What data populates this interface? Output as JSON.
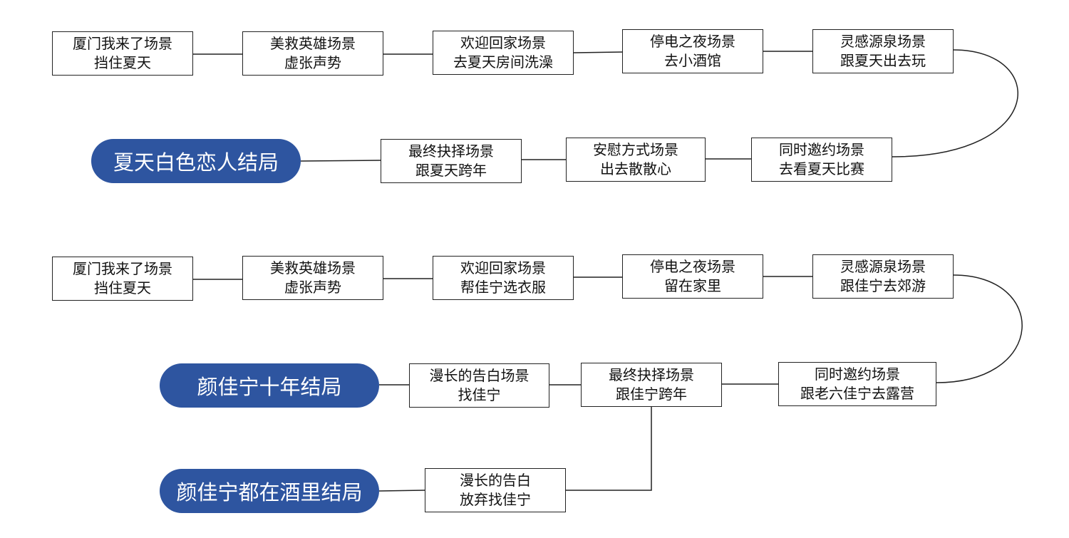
{
  "flow_a": {
    "steps": [
      {
        "scene": "厦门我来了场景",
        "choice": "挡住夏天"
      },
      {
        "scene": "美救英雄场景",
        "choice": "虚张声势"
      },
      {
        "scene": "欢迎回家场景",
        "choice": "去夏天房间洗澡"
      },
      {
        "scene": "停电之夜场景",
        "choice": "去小酒馆"
      },
      {
        "scene": "灵感源泉场景",
        "choice": "跟夏天出去玩"
      },
      {
        "scene": "同时邀约场景",
        "choice": "去看夏天比赛"
      },
      {
        "scene": "安慰方式场景",
        "choice": "出去散散心"
      },
      {
        "scene": "最终抉择场景",
        "choice": "跟夏天跨年"
      }
    ],
    "ending": "夏天白色恋人结局"
  },
  "flow_b": {
    "steps": [
      {
        "scene": "厦门我来了场景",
        "choice": "挡住夏天"
      },
      {
        "scene": "美救英雄场景",
        "choice": "虚张声势"
      },
      {
        "scene": "欢迎回家场景",
        "choice": "帮佳宁选衣服"
      },
      {
        "scene": "停电之夜场景",
        "choice": "留在家里"
      },
      {
        "scene": "灵感源泉场景",
        "choice": "跟佳宁去郊游"
      },
      {
        "scene": "同时邀约场景",
        "choice": "跟老六佳宁去露营"
      },
      {
        "scene": "最终抉择场景",
        "choice": "跟佳宁跨年"
      },
      {
        "scene": "漫长的告白场景",
        "choice": "找佳宁"
      },
      {
        "scene": "漫长的告白",
        "choice": "放弃找佳宁"
      }
    ],
    "ending_main": "颜佳宁十年结局",
    "ending_alt": "颜佳宁都在酒里结局"
  },
  "colors": {
    "ending_fill": "#2e55a0",
    "line": "#222222"
  }
}
